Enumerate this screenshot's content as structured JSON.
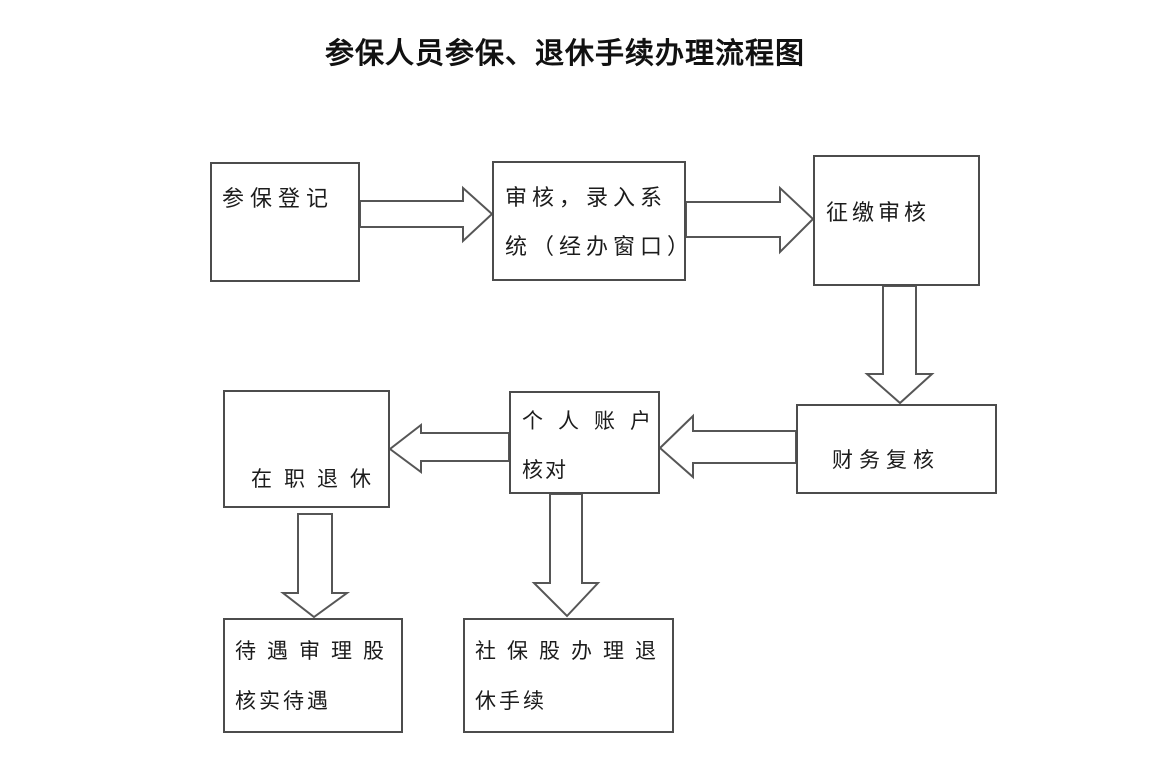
{
  "title": "参保人员参保、退休手续办理流程图",
  "flowchart": {
    "nodes": [
      {
        "id": "enroll-registration",
        "lines": [
          "参保登记"
        ]
      },
      {
        "id": "review-entry-window",
        "lines": [
          "审核，录入系",
          "统（经办窗口）"
        ]
      },
      {
        "id": "collection-review",
        "lines": [
          "征缴审核"
        ]
      },
      {
        "id": "finance-recheck",
        "lines": [
          "财务复核"
        ]
      },
      {
        "id": "personal-account-check",
        "lines": [
          "个人账户",
          "核对"
        ]
      },
      {
        "id": "in-service-retirement",
        "lines": [
          "在职退休"
        ]
      },
      {
        "id": "benefit-review-section",
        "lines": [
          "待遇审理股",
          "核实待遇"
        ]
      },
      {
        "id": "social-security-section",
        "lines": [
          "社保股办理退",
          "休手续"
        ]
      }
    ]
  }
}
